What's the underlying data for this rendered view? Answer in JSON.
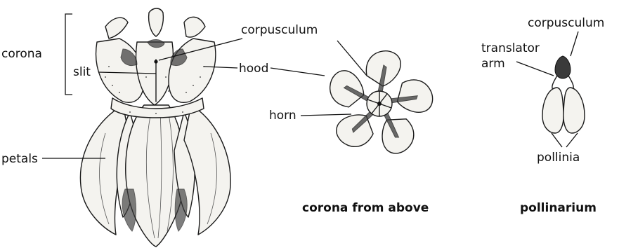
{
  "labels": {
    "corona": "corona",
    "slit": "slit",
    "corpusculum_flower": "corpusculum",
    "hood": "hood",
    "horn": "horn",
    "petals": "petals",
    "corpusculum_pollinarium": "corpusculum",
    "translator_arm_line1": "translator",
    "translator_arm_line2": "arm",
    "pollinia": "pollinia"
  },
  "captions": {
    "corona_from_above": "corona from above",
    "pollinarium": "pollinarium"
  },
  "colors": {
    "ink": "#1a1a1a",
    "paper": "#ffffff"
  }
}
